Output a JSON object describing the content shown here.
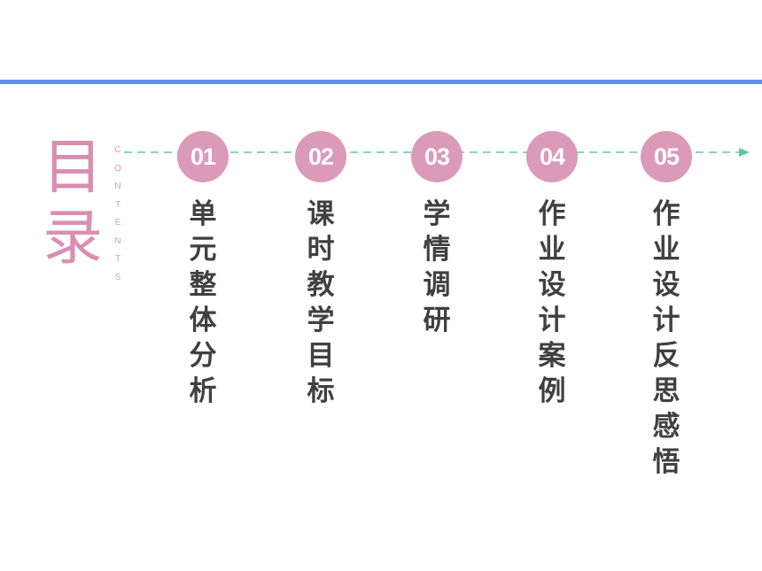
{
  "title": "目录",
  "subtitle": "CONTENTS",
  "colors": {
    "accent_pink": "#db9ab7",
    "title_pink": "#d98fb2",
    "top_rule_blue": "#5b92e5",
    "timeline_teal": "#63c5a5",
    "text_dark": "#404040"
  },
  "items": [
    {
      "number": "01",
      "label": "单元整体分析"
    },
    {
      "number": "02",
      "label": "课时教学目标"
    },
    {
      "number": "03",
      "label": "学情调研"
    },
    {
      "number": "04",
      "label": "作业设计案例"
    },
    {
      "number": "05",
      "label": "作业设计反思感悟"
    }
  ]
}
